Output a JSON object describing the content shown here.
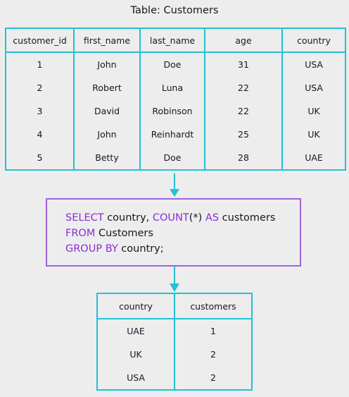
{
  "title": "Table: Customers",
  "customers_table": {
    "headers": [
      "customer_id",
      "first_name",
      "last_name",
      "age",
      "country"
    ],
    "rows": [
      [
        "1",
        "John",
        "Doe",
        "31",
        "USA"
      ],
      [
        "2",
        "Robert",
        "Luna",
        "22",
        "USA"
      ],
      [
        "3",
        "David",
        "Robinson",
        "22",
        "UK"
      ],
      [
        "4",
        "John",
        "Reinhardt",
        "25",
        "UK"
      ],
      [
        "5",
        "Betty",
        "Doe",
        "28",
        "UAE"
      ]
    ]
  },
  "query": {
    "line1": [
      {
        "text": "SELECT",
        "type": "keyword"
      },
      {
        "text": " country, ",
        "type": "plain"
      },
      {
        "text": "COUNT",
        "type": "keyword"
      },
      {
        "text": "(*) ",
        "type": "plain"
      },
      {
        "text": "AS",
        "type": "keyword"
      },
      {
        "text": " customers",
        "type": "plain"
      }
    ],
    "line2": [
      {
        "text": "FROM",
        "type": "keyword"
      },
      {
        "text": " Customers",
        "type": "plain"
      }
    ],
    "line3": [
      {
        "text": "GROUP BY",
        "type": "keyword"
      },
      {
        "text": " country;",
        "type": "plain"
      }
    ]
  },
  "result_table": {
    "headers": [
      "country",
      "customers"
    ],
    "rows": [
      [
        "UAE",
        "1"
      ],
      [
        "UK",
        "2"
      ],
      [
        "USA",
        "2"
      ]
    ]
  },
  "colors": {
    "table_border": "#22c2d4",
    "query_border": "#9d63d8",
    "keyword": "#8a2ed0",
    "background": "#ededed"
  }
}
